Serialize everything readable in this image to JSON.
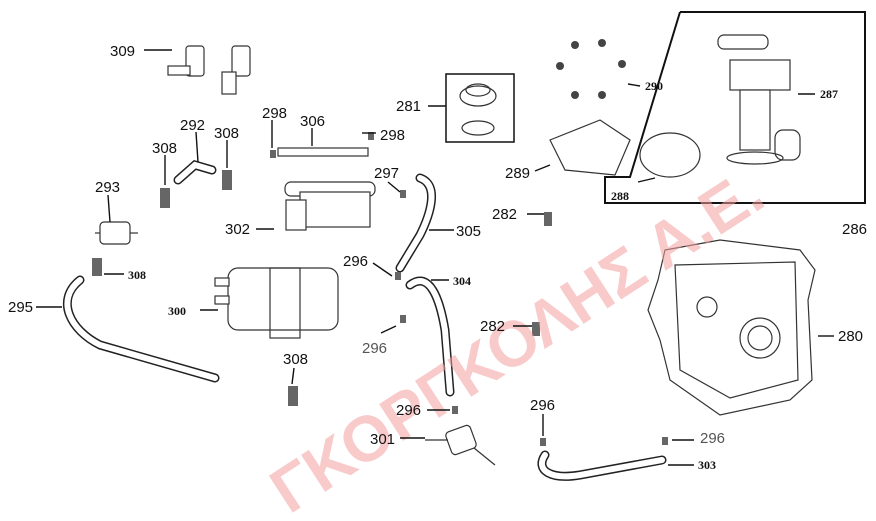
{
  "watermark": "ΓΚΟΡΓΚΟΛΗΣ Α.Ε.",
  "labels": {
    "l309": "309",
    "l298a": "298",
    "l306": "306",
    "l298b": "298",
    "l281": "281",
    "l290": "290",
    "l287": "287",
    "l292": "292",
    "l308a": "308",
    "l308b": "308",
    "l293": "293",
    "l297": "297",
    "l302": "302",
    "l305": "305",
    "l289": "289",
    "l288": "288",
    "l286": "286",
    "l282a": "282",
    "l296a": "296",
    "l304": "304",
    "l308c": "308",
    "l295": "295",
    "l300": "300",
    "l282b": "282",
    "l280": "280",
    "l296b": "296",
    "l308d": "308",
    "l296c": "296",
    "l301": "301",
    "l296d": "296",
    "l296e": "296",
    "l303": "303"
  }
}
